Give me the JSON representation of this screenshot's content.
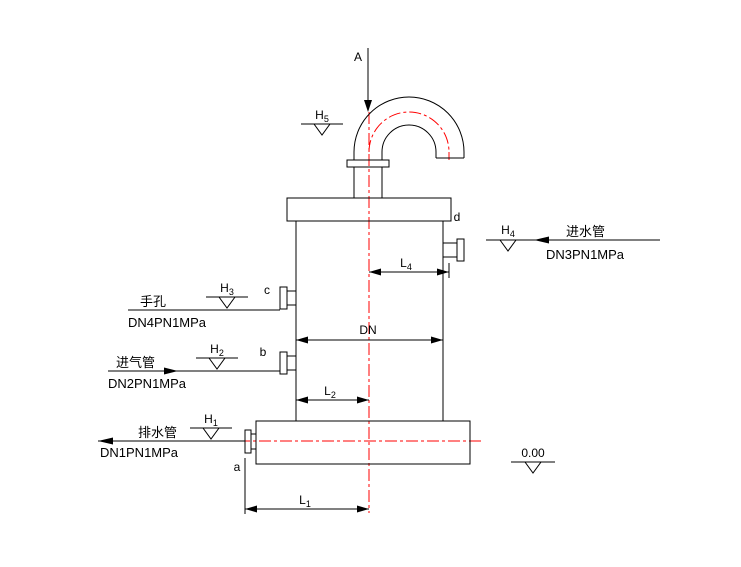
{
  "colors": {
    "line": "#000000",
    "centerline": "#ff0000",
    "background": "#ffffff"
  },
  "flow_arrow": {
    "label": "A"
  },
  "level_marks": {
    "h5": {
      "base": "H",
      "sub": "5"
    },
    "h4": {
      "base": "H",
      "sub": "4"
    },
    "h3": {
      "base": "H",
      "sub": "3"
    },
    "h2": {
      "base": "H",
      "sub": "2"
    },
    "h1": {
      "base": "H",
      "sub": "1"
    }
  },
  "ground_mark": {
    "label": "0.00"
  },
  "dimensions": {
    "dn": {
      "label": "DN"
    },
    "l1": {
      "base": "L",
      "sub": "1"
    },
    "l2": {
      "base": "L",
      "sub": "2"
    },
    "l4": {
      "base": "L",
      "sub": "4"
    }
  },
  "nozzle_tags": {
    "a": "a",
    "b": "b",
    "c": "c",
    "d": "d"
  },
  "connections": {
    "inlet_water": {
      "name": "进水管",
      "spec": "DN3PN1MPa"
    },
    "handhole": {
      "name": "手孔",
      "spec": "DN4PN1MPa"
    },
    "air_inlet": {
      "name": "进气管",
      "spec": "DN2PN1MPa"
    },
    "drain": {
      "name": "排水管",
      "spec": "DN1PN1MPa"
    }
  }
}
